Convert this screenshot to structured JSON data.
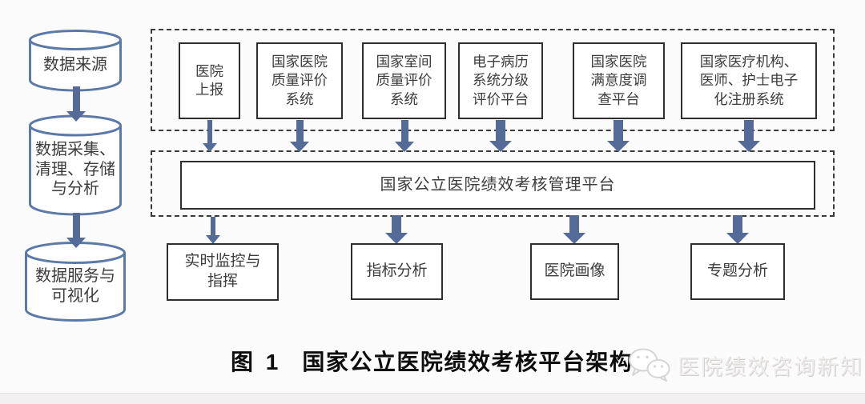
{
  "colors": {
    "arrow": "#536b96",
    "cylinder_stroke": "#5b7aa9",
    "box_border": "#2e2e2e",
    "dashed_border": "#3a3a3a"
  },
  "left_pipeline": {
    "stages": [
      {
        "label": "数据来源"
      },
      {
        "label": "数据采集、\n清理、存储\n与分析"
      },
      {
        "label": "数据服务与\n可视化"
      }
    ]
  },
  "source_layer": {
    "systems": [
      {
        "label": "医院\n上报"
      },
      {
        "label": "国家医院\n质量评价\n系统"
      },
      {
        "label": "国家室间\n质量评价\n系统"
      },
      {
        "label": "电子病历\n系统分级\n评价平台"
      },
      {
        "label": "国家医院\n满意度调\n查平台"
      },
      {
        "label": "国家医疗机构、\n医师、护士电子\n化注册系统"
      }
    ]
  },
  "platform_layer": {
    "label": "国家公立医院绩效考核管理平台"
  },
  "application_layer": {
    "modules": [
      {
        "label": "实时监控与\n指挥"
      },
      {
        "label": "指标分析"
      },
      {
        "label": "医院画像"
      },
      {
        "label": "专题分析"
      }
    ]
  },
  "caption": {
    "figure_no": "图 1",
    "title": "国家公立医院绩效考核平台架构"
  },
  "watermark": {
    "icon": "wechat-icon",
    "text": "医院绩效咨询新知"
  }
}
